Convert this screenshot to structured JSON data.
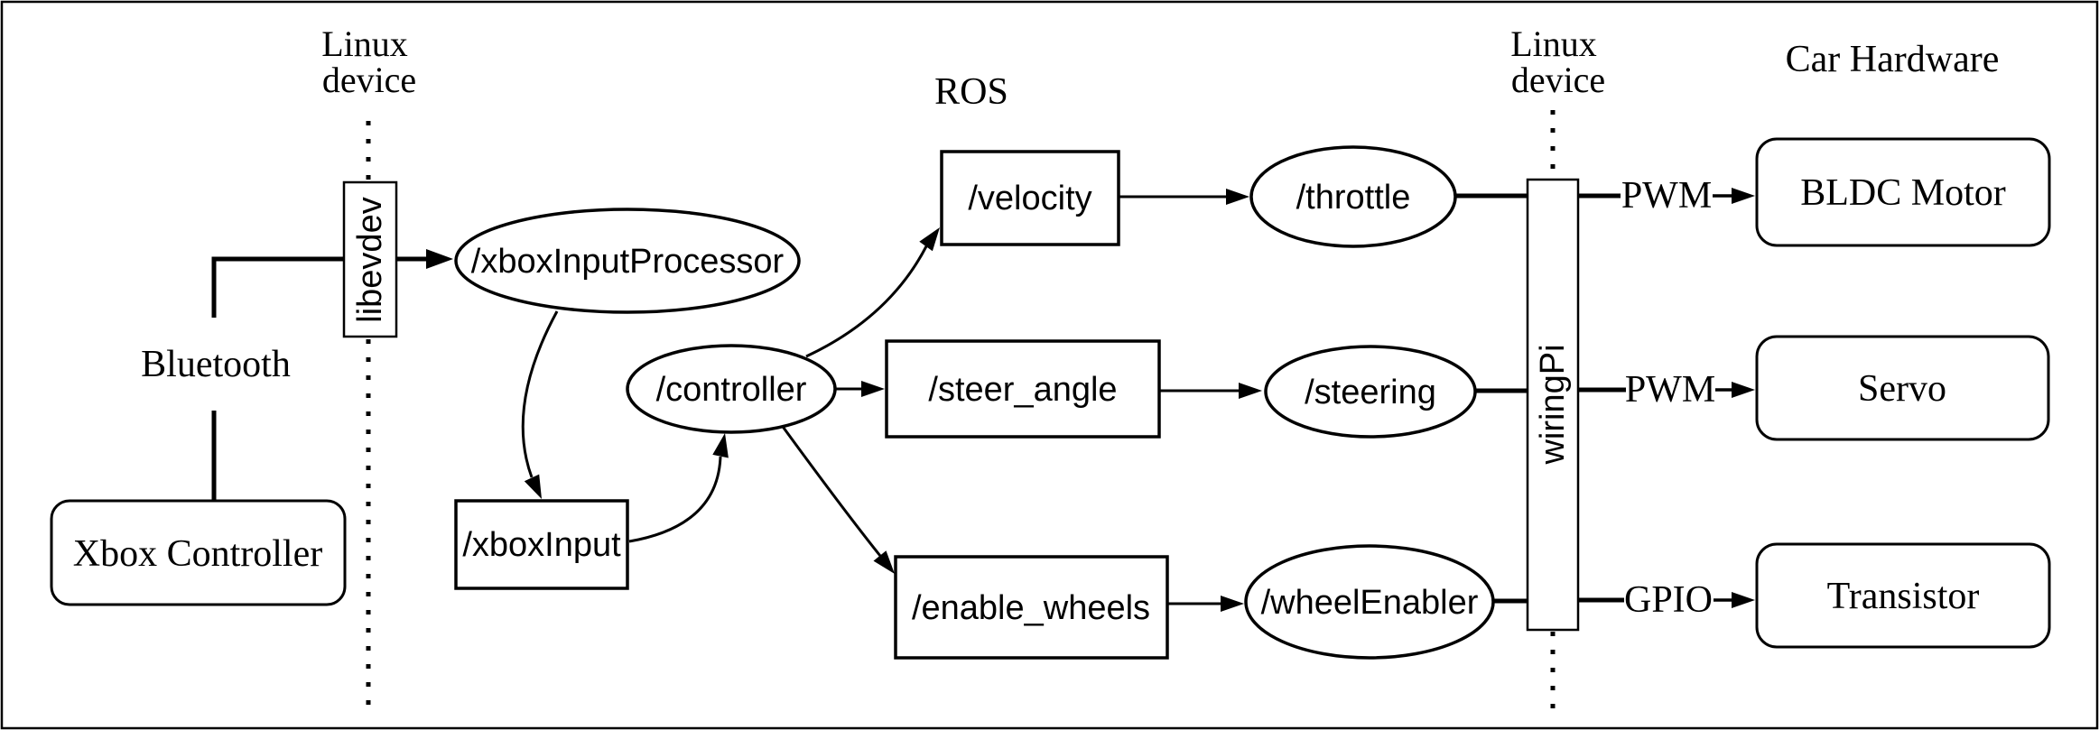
{
  "diagram": {
    "title_semantic": "ROS Xbox-controlled car architecture diagram",
    "colors": {
      "ink": "#000000",
      "paper": "#ffffff"
    },
    "section_labels": {
      "linux_device_left": {
        "line1": "Linux",
        "line2": "device"
      },
      "ros": "ROS",
      "linux_device_right": {
        "line1": "Linux",
        "line2": "device"
      },
      "car_hardware": "Car Hardware"
    },
    "edge_labels": {
      "bluetooth": "Bluetooth",
      "pwm_top": "PWM",
      "pwm_middle": "PWM",
      "gpio": "GPIO"
    },
    "nodes": {
      "xbox_controller": "Xbox Controller",
      "libevdev": "libevdev",
      "xbox_input_processor": "/xboxInputProcessor",
      "xbox_input": "/xboxInput",
      "controller": "/controller",
      "velocity": "/velocity",
      "steer_angle": "/steer_angle",
      "enable_wheels": "/enable_wheels",
      "throttle": "/throttle",
      "steering": "/steering",
      "wheel_enabler": "/wheelEnabler",
      "wiring_pi": "wiringPi",
      "bldc_motor": "BLDC Motor",
      "servo": "Servo",
      "transistor": "Transistor"
    }
  }
}
